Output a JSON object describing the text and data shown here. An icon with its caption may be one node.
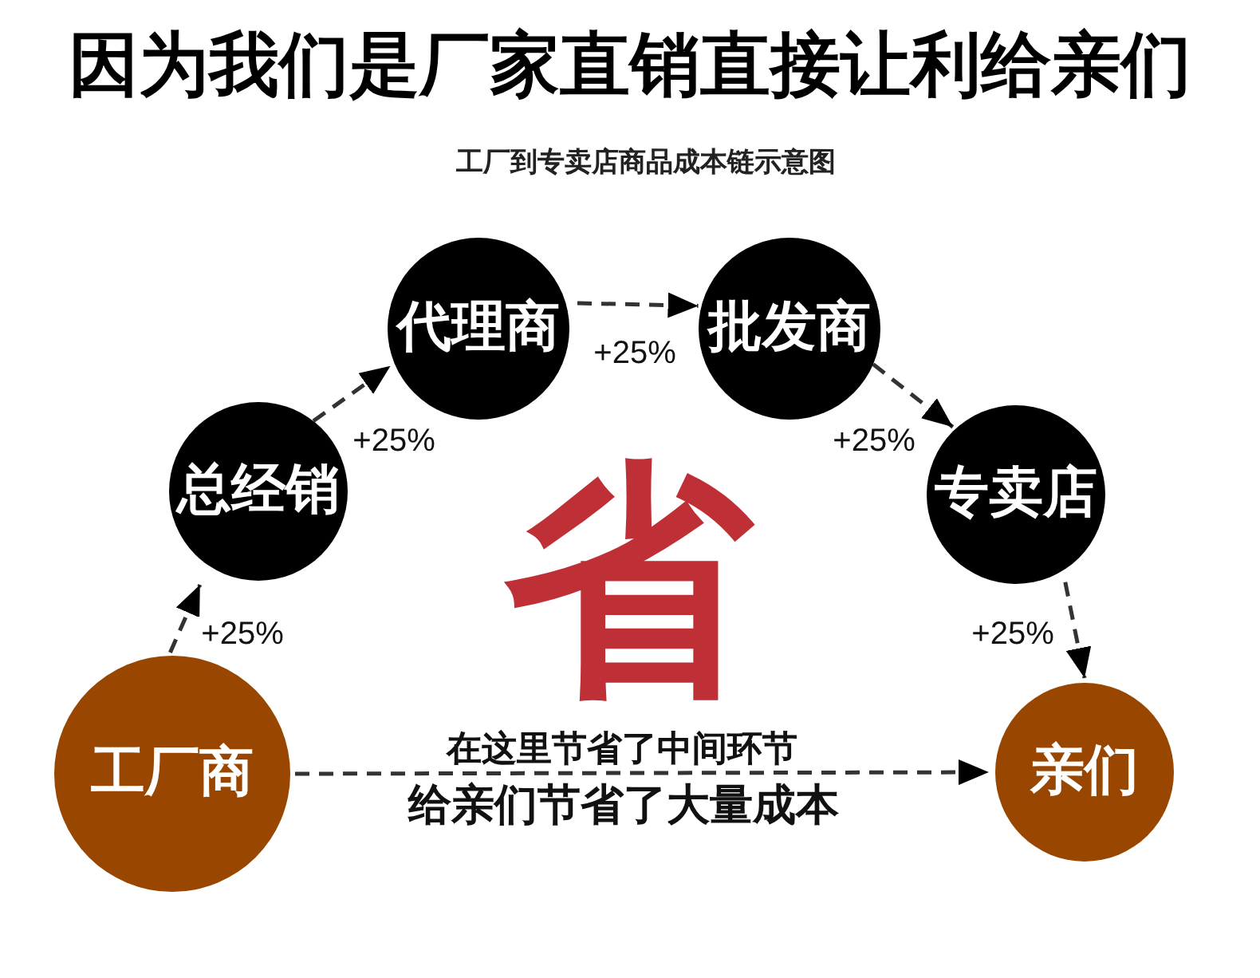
{
  "diagram": {
    "title": "因为我们是厂家直销直接让利给亲们",
    "nodes": [
      {
        "text": [
          "工厂商"
        ]
      },
      {
        "text": [
          "总经销"
        ]
      },
      {
        "text": [
          "代理商"
        ]
      },
      {
        "text": [
          "批发商"
        ]
      },
      {
        "text": [
          "专卖店"
        ]
      },
      {
        "text": [
          "亲们"
        ]
      }
    ],
    "edges": [
      {
        "from": 0,
        "to": 1,
        "arrow": "to",
        "label": "+25%",
        "style": "dashed"
      },
      {
        "from": 1,
        "to": 2,
        "arrow": "to",
        "label": "+25%",
        "style": "dashed"
      },
      {
        "from": 2,
        "to": 3,
        "arrow": "to",
        "label": "+25%",
        "style": "dashed"
      },
      {
        "from": 3,
        "to": 4,
        "arrow": "to",
        "label": "+25%",
        "style": "dashed"
      },
      {
        "from": 4,
        "to": 5,
        "arrow": "to",
        "label": "+25%",
        "style": "dashed"
      },
      {
        "from": 0,
        "to": 5,
        "arrow": "to",
        "label": "在这里节省了中间环节",
        "style": "dashed"
      }
    ],
    "labels": [
      "工厂到专卖店商品成本链示意图",
      "省",
      "给亲们节省了大量成本"
    ]
  }
}
